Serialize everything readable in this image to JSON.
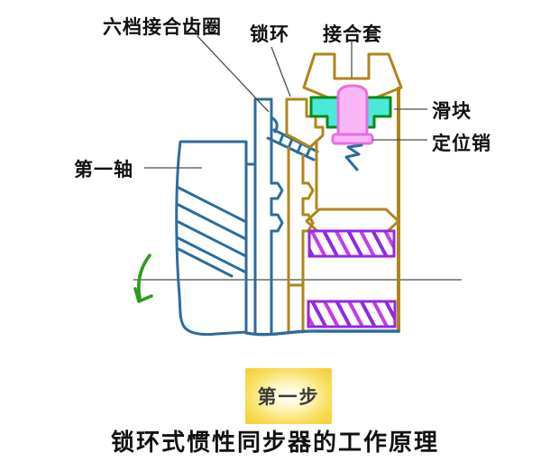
{
  "title": "锁环式惯性同步器的工作原理",
  "step_badge": "第一步",
  "labels": {
    "gear_ring": "六档接合齿圈",
    "lock_ring": "锁环",
    "sleeve": "接合套",
    "slider": "滑块",
    "pin": "定位销",
    "shaft": "第一轴"
  },
  "colors": {
    "outline_blue": "#2a6d9e",
    "outline_tan": "#b08518",
    "sleeve_fill": "#fbf6d2",
    "spline_tooth_fill": "#f8f2b8",
    "lock_ring_fill": "#e7efd9",
    "slider_fill": "#4be9da",
    "slider_stroke": "#0b8a14",
    "pin_fill": "#f9b6f5",
    "pin_stroke": "#e66fe0",
    "hatch_purple": "#9a26dd",
    "arrow_green": "#2f9a1e",
    "centerline_gray": "#8f8f8f",
    "badge_gold": "#f1cc33",
    "part_fill_white": "#ffffff"
  }
}
